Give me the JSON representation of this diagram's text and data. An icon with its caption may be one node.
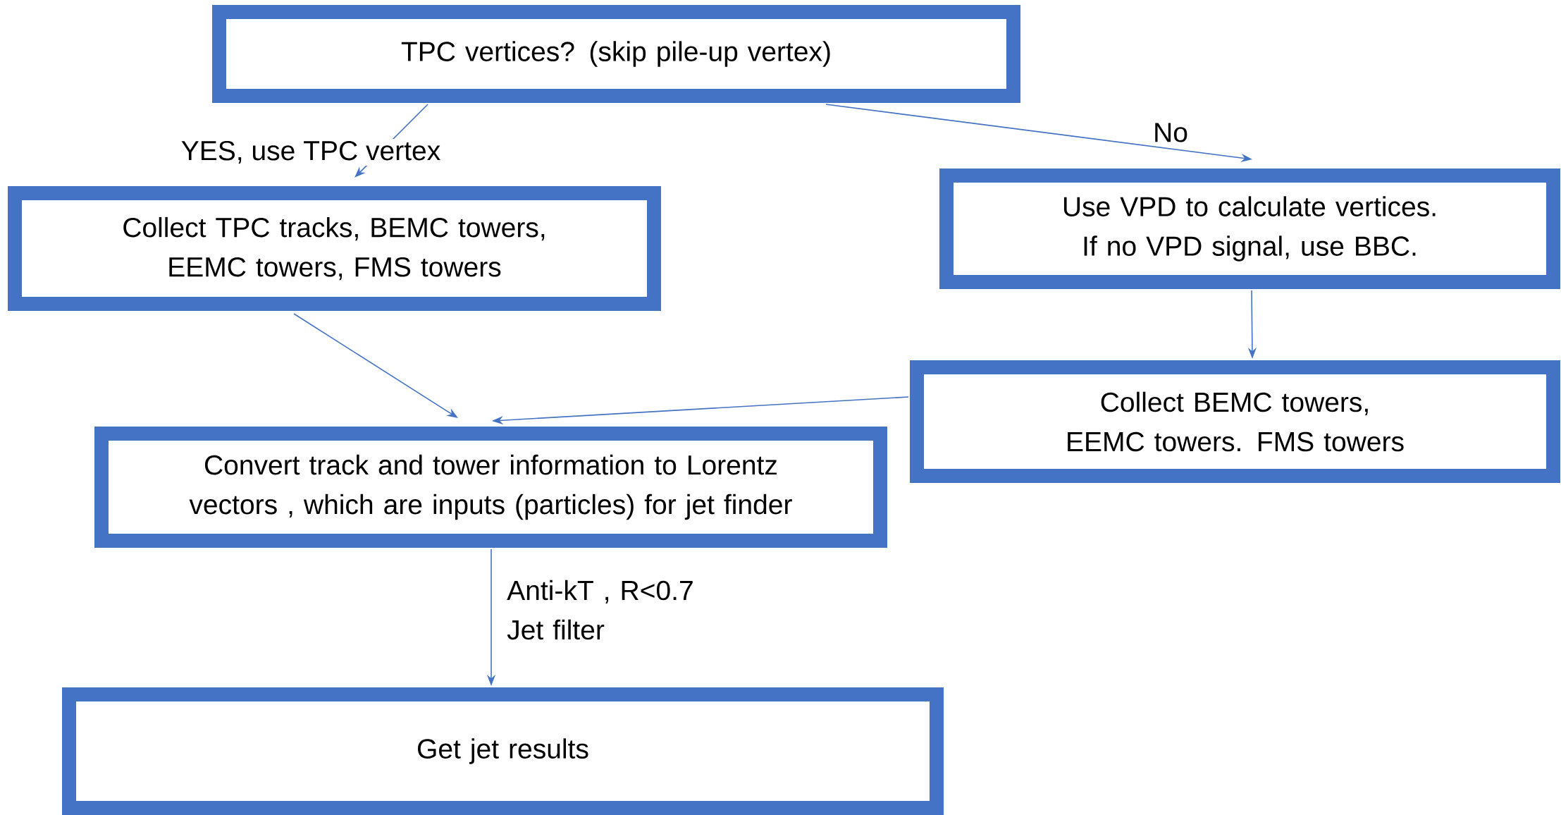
{
  "diagram": {
    "nodes": [
      {
        "text": [
          "TPC vertices? (skip pile-up vertex)"
        ]
      },
      {
        "text": [
          "Collect TPC tracks, BEMC towers, EEMC towers, FMS towers"
        ]
      },
      {
        "text": [
          "Use VPD to calculate vertices. If no VPD signal, use BBC."
        ]
      },
      {
        "text": [
          "Collect BEMC towers, EEMC towers. FMS towers"
        ]
      },
      {
        "text": [
          "Convert track and tower information to Lorentz vectors , which are inputs (particles) for jet finder"
        ]
      },
      {
        "text": [
          "Get jet results"
        ]
      }
    ],
    "edges": [
      {
        "from": 0,
        "to": 1,
        "arrow": "to",
        "label": "YES, use TPC vertex"
      },
      {
        "from": 0,
        "to": 2,
        "arrow": "to",
        "label": "No"
      },
      {
        "from": 1,
        "to": 4,
        "arrow": "to"
      },
      {
        "from": 2,
        "to": 3,
        "arrow": "to"
      },
      {
        "from": 3,
        "to": 4,
        "arrow": "to"
      },
      {
        "from": 4,
        "to": 5,
        "arrow": "to",
        "label": "Anti-kT , R<0.7 Jet filter"
      }
    ]
  }
}
